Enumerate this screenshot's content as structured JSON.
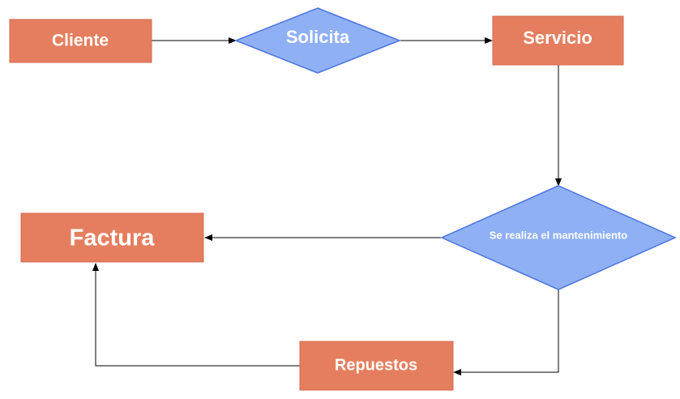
{
  "nodes": {
    "cliente": {
      "label": "Cliente",
      "shape": "rectangle"
    },
    "solicita": {
      "label": "Solicita",
      "shape": "diamond"
    },
    "servicio": {
      "label": "Servicio",
      "shape": "rectangle"
    },
    "mantenimiento": {
      "label": "Se realiza el mantenimiento",
      "shape": "diamond"
    },
    "factura": {
      "label": "Factura",
      "shape": "rectangle"
    },
    "repuestos": {
      "label": "Repuestos",
      "shape": "rectangle"
    }
  },
  "edges": [
    {
      "from": "cliente",
      "to": "solicita"
    },
    {
      "from": "solicita",
      "to": "servicio"
    },
    {
      "from": "servicio",
      "to": "mantenimiento"
    },
    {
      "from": "mantenimiento",
      "to": "factura"
    },
    {
      "from": "mantenimiento",
      "to": "repuestos"
    },
    {
      "from": "repuestos",
      "to": "factura"
    }
  ],
  "colors": {
    "rectangle_fill": "#e57e5e",
    "rectangle_stroke": "#d56a4d",
    "diamond_fill": "#8fb0f4",
    "diamond_stroke": "#4c74e0",
    "edge": "#000000",
    "text": "#ffffff"
  }
}
